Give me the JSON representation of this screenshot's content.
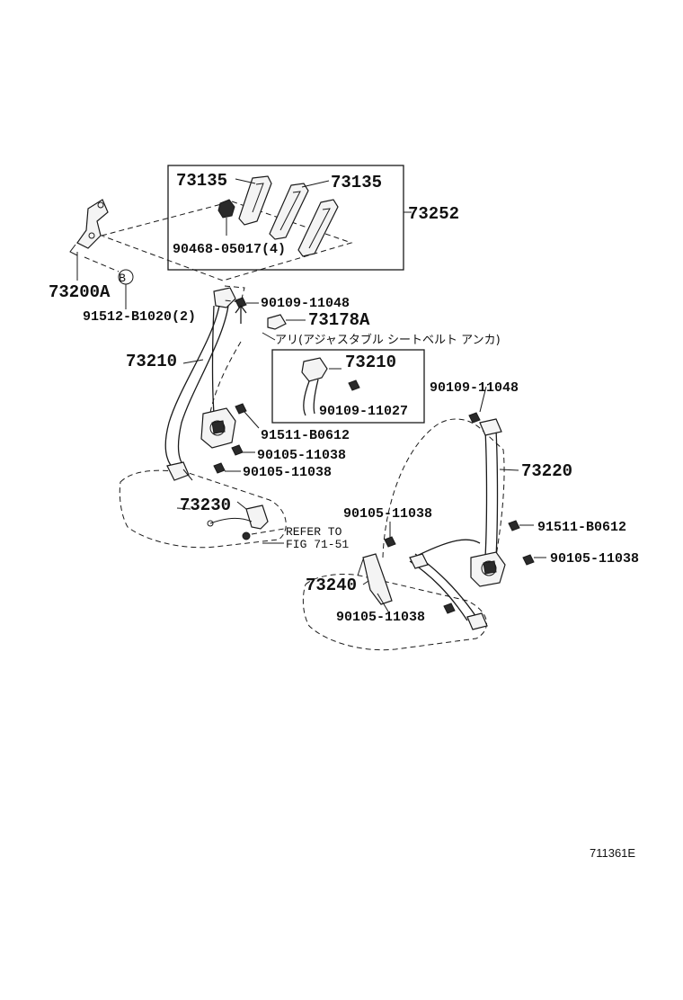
{
  "callouts": {
    "p73135_a": "73135",
    "p73135_b": "73135",
    "p73252": "73252",
    "p90468": "90468-05017(4)",
    "p73200A": "73200A",
    "marker_b": "B",
    "p91512": "91512-B1020(2)",
    "p90109_top": "90109-11048",
    "p73178A": "73178A",
    "note_jp": "アリ(アジャスタブル シートベルト アンカ)",
    "p73210_left": "73210",
    "p73210_box": "73210",
    "p90109_11027": "90109-11027",
    "p90109_right": "90109-11048",
    "p91511_left": "91511-B0612",
    "p90105_a": "90105-11038",
    "p90105_b": "90105-11038",
    "p73220": "73220",
    "p73230": "73230",
    "refer_1": "REFER TO",
    "refer_2": "FIG  71-51",
    "p90105_c": "90105-11038",
    "p91511_right": "91511-B0612",
    "p90105_d": "90105-11038",
    "p73240": "73240",
    "p90105_e": "90105-11038"
  },
  "figure_code": "711361E"
}
